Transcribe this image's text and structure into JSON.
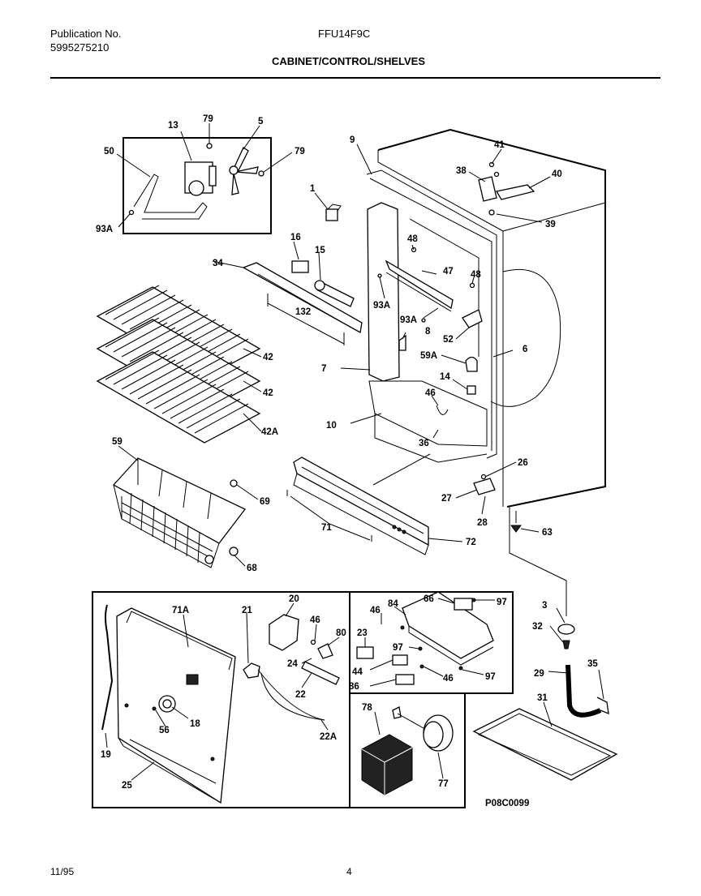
{
  "header": {
    "publication_label": "Publication No.",
    "publication_number": "5995275210",
    "model": "FFU14F9C",
    "section_title": "CABINET/CONTROL/SHELVES"
  },
  "footer": {
    "date": "11/95",
    "page_number": "4"
  },
  "drawing_code": "P08C0099",
  "part_labels": {
    "p1": "1",
    "p5": "5",
    "p6": "6",
    "p7": "7",
    "p8": "8",
    "p9": "9",
    "p10": "10",
    "p13": "13",
    "p14": "14",
    "p15": "15",
    "p16": "16",
    "p18": "18",
    "p19": "19",
    "p20": "20",
    "p21": "21",
    "p22": "22",
    "p22A": "22A",
    "p23": "23",
    "p24": "24",
    "p25": "25",
    "p26": "26",
    "p27": "27",
    "p28": "28",
    "p29": "29",
    "p3": "3",
    "p31": "31",
    "p32": "32",
    "p34": "34",
    "p35": "35",
    "p36": "36",
    "p38": "38",
    "p39": "39",
    "p40": "40",
    "p41": "41",
    "p42a": "42",
    "p42b": "42",
    "p42A": "42A",
    "p44": "44",
    "p46a": "46",
    "p46b": "46",
    "p46c": "46",
    "p46d": "46",
    "p47": "47",
    "p48a": "48",
    "p48b": "48",
    "p50": "50",
    "p52": "52",
    "p56": "56",
    "p59": "59",
    "p59A": "59A",
    "p63": "63",
    "p66": "66",
    "p68": "68",
    "p69": "69",
    "p71": "71",
    "p71A": "71A",
    "p72": "72",
    "p77": "77",
    "p78": "78",
    "p79a": "79",
    "p79b": "79",
    "p80": "80",
    "p84": "84",
    "p86": "86",
    "p93Aa": "93A",
    "p93Ab": "93A",
    "p93Ac": "93A",
    "p97a": "97",
    "p97b": "97",
    "p97c": "97",
    "p132": "132"
  }
}
